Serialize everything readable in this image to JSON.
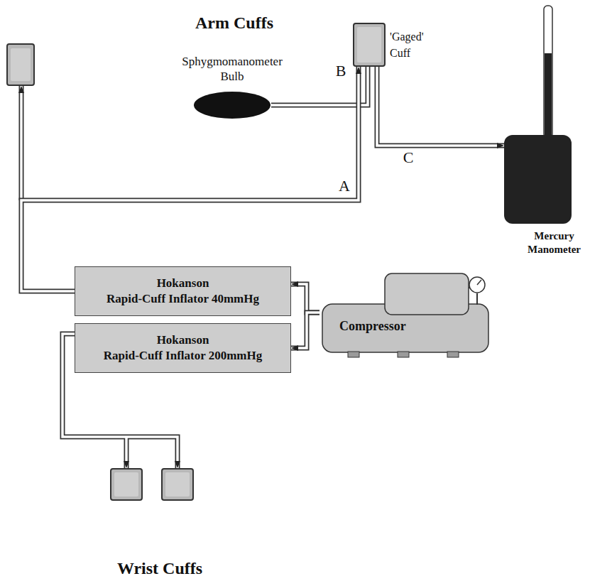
{
  "diagram": {
    "nodes": [
      {
        "text": [
          "Sphygmomanometer Bulb"
        ]
      },
      {
        "text": [
          "'Gaged' Cuff"
        ]
      },
      {
        "text": [
          "Mercury Manometer"
        ]
      },
      {
        "text": [
          "Hokanson",
          "Rapid-Cuff Inflator 40mmHg"
        ]
      },
      {
        "text": [
          "Hokanson",
          "Rapid-Cuff Inflator 200mmHg"
        ]
      },
      {
        "text": [
          "Compressor"
        ]
      }
    ],
    "edges": [
      {
        "from": 0,
        "to": 1,
        "label": "B",
        "arrow": "none"
      },
      {
        "from": 1,
        "to": 2,
        "label": "C",
        "arrow": "to"
      },
      {
        "from": 3,
        "to": 1,
        "label": "A",
        "arrow": "to"
      },
      {
        "from": 5,
        "to": 3,
        "arrow": "to"
      },
      {
        "from": 5,
        "to": 4,
        "arrow": "to"
      }
    ],
    "labels": [
      "Arm Cuffs",
      "Wrist Cuffs"
    ]
  }
}
